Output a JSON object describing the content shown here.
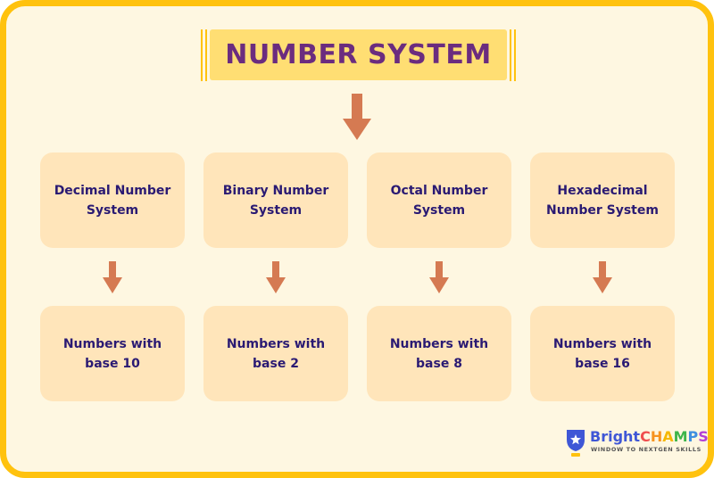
{
  "title": "NUMBER SYSTEM",
  "colors": {
    "border": "#FFC20E",
    "background": "#FEF7E1",
    "title_box": "#FFDE73",
    "title_text": "#6B2C7F",
    "box": "#FFE5BA",
    "box_text": "#2A1A73",
    "arrow": "#D57A52"
  },
  "systems": [
    {
      "name": "Decimal Number System",
      "base": "Numbers with base 10"
    },
    {
      "name": "Binary Number System",
      "base": "Numbers with base 2"
    },
    {
      "name": "Octal Number System",
      "base": "Numbers with base 8"
    },
    {
      "name": "Hexadecimal Number System",
      "base": "Numbers with base 16"
    }
  ],
  "logo": {
    "brand_first": "Bright",
    "brand_letters": [
      "C",
      "H",
      "A",
      "M",
      "P",
      "S"
    ],
    "tagline": "WINDOW TO NEXTGEN SKILLS"
  }
}
